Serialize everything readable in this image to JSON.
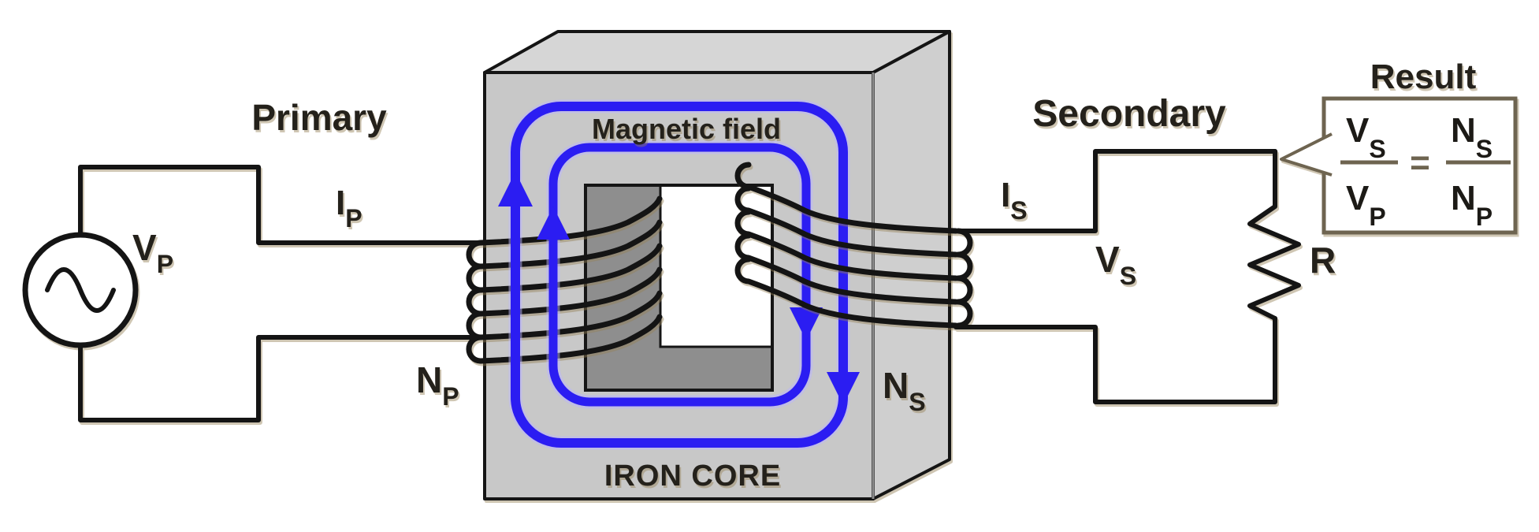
{
  "labels": {
    "primary": "Primary",
    "secondary": "Secondary",
    "magnetic_field": "Magnetic field",
    "iron_core": "IRON CORE",
    "result_title": "Result",
    "resistor": "R",
    "i_p": {
      "main": "I",
      "sub": "P"
    },
    "v_p": {
      "main": "V",
      "sub": "P"
    },
    "n_p": {
      "main": "N",
      "sub": "P"
    },
    "i_s": {
      "main": "I",
      "sub": "S"
    },
    "v_s": {
      "main": "V",
      "sub": "S"
    },
    "n_s": {
      "main": "N",
      "sub": "S"
    }
  },
  "formula": {
    "lhs_num": {
      "main": "V",
      "sub": "S"
    },
    "lhs_den": {
      "main": "V",
      "sub": "P"
    },
    "equals": "=",
    "rhs_num": {
      "main": "N",
      "sub": "S"
    },
    "rhs_den": {
      "main": "N",
      "sub": "P"
    }
  },
  "colors": {
    "wire": "#141414",
    "label": "#24211b",
    "field_blue": "#2b1df2",
    "field_halo": "#b9b4ff",
    "core_face": "#c8c8c8",
    "core_top": "#d6d6d6",
    "core_side": "#cfcfcf",
    "core_inner": "#8e8e8e",
    "box_border": "#6e6450",
    "formula_ink": "#1c1a16",
    "bg": "#ffffff"
  }
}
